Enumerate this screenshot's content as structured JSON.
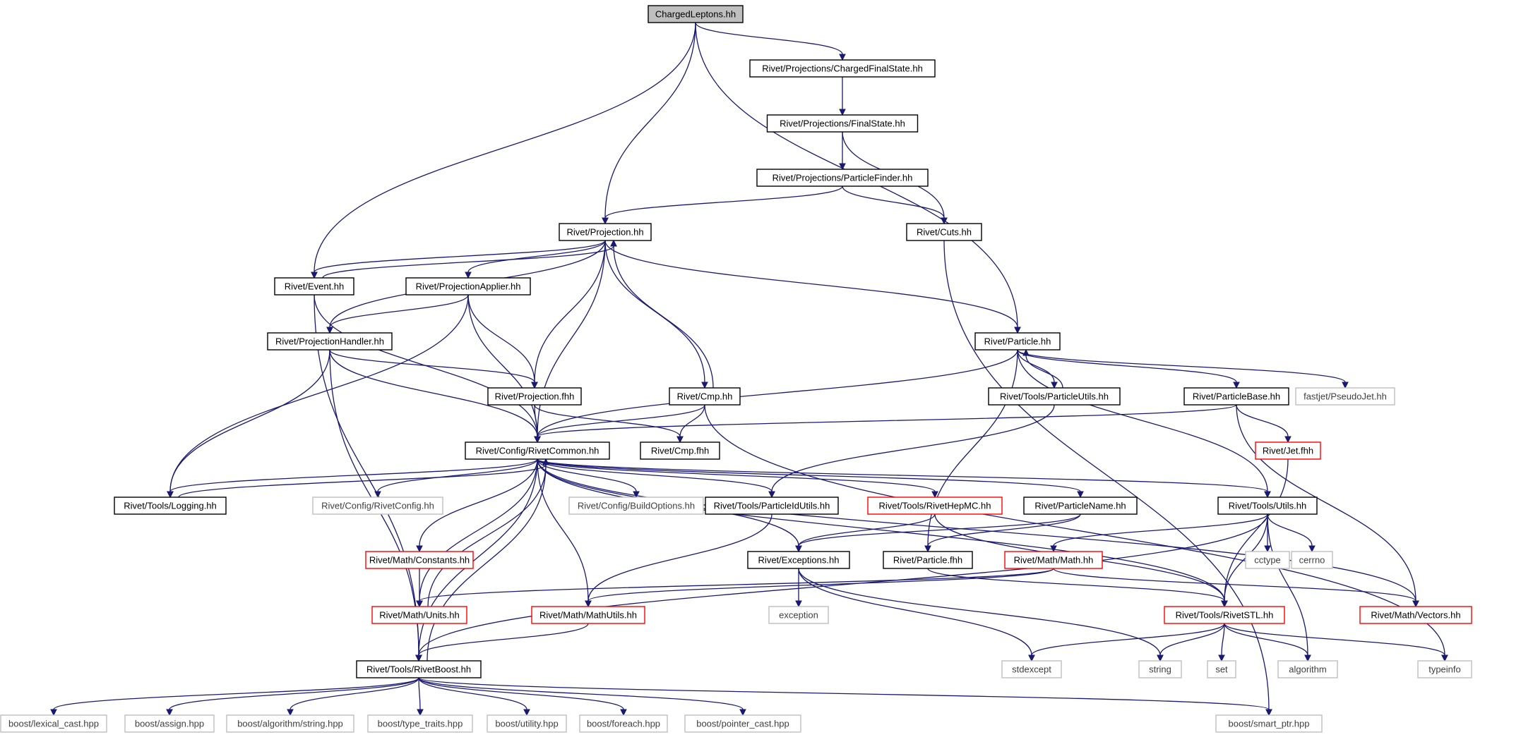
{
  "colors": {
    "edge": "#191970",
    "root_fill": "#bfbfbf",
    "documented_border": "#000000",
    "truncated_border": "#ff0000",
    "external_border": "#bfbfbf"
  },
  "nodes": [
    {
      "id": "root",
      "label": "ChargedLeptons.hh",
      "kind": "root"
    },
    {
      "id": "chfs",
      "label": "Rivet/Projections/ChargedFinalState.hh",
      "kind": "doc"
    },
    {
      "id": "fs",
      "label": "Rivet/Projections/FinalState.hh",
      "kind": "doc"
    },
    {
      "id": "pfind",
      "label": "Rivet/Projections/ParticleFinder.hh",
      "kind": "doc"
    },
    {
      "id": "proj",
      "label": "Rivet/Projection.hh",
      "kind": "doc"
    },
    {
      "id": "cuts",
      "label": "Rivet/Cuts.hh",
      "kind": "doc"
    },
    {
      "id": "event",
      "label": "Rivet/Event.hh",
      "kind": "doc"
    },
    {
      "id": "papp",
      "label": "Rivet/ProjectionApplier.hh",
      "kind": "doc"
    },
    {
      "id": "phand",
      "label": "Rivet/ProjectionHandler.hh",
      "kind": "doc"
    },
    {
      "id": "particle",
      "label": "Rivet/Particle.hh",
      "kind": "doc"
    },
    {
      "id": "projfhh",
      "label": "Rivet/Projection.fhh",
      "kind": "doc"
    },
    {
      "id": "cmp",
      "label": "Rivet/Cmp.hh",
      "kind": "doc"
    },
    {
      "id": "putils",
      "label": "Rivet/Tools/ParticleUtils.hh",
      "kind": "doc"
    },
    {
      "id": "pbase",
      "label": "Rivet/ParticleBase.hh",
      "kind": "doc"
    },
    {
      "id": "pseudojet",
      "label": "fastjet/PseudoJet.hh",
      "kind": "ext"
    },
    {
      "id": "common",
      "label": "Rivet/Config/RivetCommon.hh",
      "kind": "doc"
    },
    {
      "id": "cmpfhh",
      "label": "Rivet/Cmp.fhh",
      "kind": "doc"
    },
    {
      "id": "jetfhh",
      "label": "Rivet/Jet.fhh",
      "kind": "red"
    },
    {
      "id": "logging",
      "label": "Rivet/Tools/Logging.hh",
      "kind": "doc"
    },
    {
      "id": "rconfig",
      "label": "Rivet/Config/RivetConfig.hh",
      "kind": "ext"
    },
    {
      "id": "buildopt",
      "label": "Rivet/Config/BuildOptions.hh",
      "kind": "ext"
    },
    {
      "id": "pidutils",
      "label": "Rivet/Tools/ParticleIdUtils.hh",
      "kind": "doc"
    },
    {
      "id": "hepmc",
      "label": "Rivet/Tools/RivetHepMC.hh",
      "kind": "red"
    },
    {
      "id": "pname",
      "label": "Rivet/ParticleName.hh",
      "kind": "doc"
    },
    {
      "id": "tutils",
      "label": "Rivet/Tools/Utils.hh",
      "kind": "doc"
    },
    {
      "id": "constants",
      "label": "Rivet/Math/Constants.hh",
      "kind": "red"
    },
    {
      "id": "exceptions",
      "label": "Rivet/Exceptions.hh",
      "kind": "doc"
    },
    {
      "id": "pfhh",
      "label": "Rivet/Particle.fhh",
      "kind": "doc"
    },
    {
      "id": "mathhh",
      "label": "Rivet/Math/Math.hh",
      "kind": "red"
    },
    {
      "id": "cctype",
      "label": "cctype",
      "kind": "ext"
    },
    {
      "id": "cerrno",
      "label": "cerrno",
      "kind": "ext"
    },
    {
      "id": "units",
      "label": "Rivet/Math/Units.hh",
      "kind": "red"
    },
    {
      "id": "mathutils",
      "label": "Rivet/Math/MathUtils.hh",
      "kind": "red"
    },
    {
      "id": "exception",
      "label": "exception",
      "kind": "ext"
    },
    {
      "id": "stl",
      "label": "Rivet/Tools/RivetSTL.hh",
      "kind": "red"
    },
    {
      "id": "vectors",
      "label": "Rivet/Math/Vectors.hh",
      "kind": "red"
    },
    {
      "id": "rboost",
      "label": "Rivet/Tools/RivetBoost.hh",
      "kind": "doc"
    },
    {
      "id": "stdexcept",
      "label": "stdexcept",
      "kind": "ext"
    },
    {
      "id": "string",
      "label": "string",
      "kind": "ext"
    },
    {
      "id": "set",
      "label": "set",
      "kind": "ext"
    },
    {
      "id": "algorithm",
      "label": "algorithm",
      "kind": "ext"
    },
    {
      "id": "typeinfo",
      "label": "typeinfo",
      "kind": "ext"
    },
    {
      "id": "lexcast",
      "label": "boost/lexical_cast.hpp",
      "kind": "ext"
    },
    {
      "id": "bassign",
      "label": "boost/assign.hpp",
      "kind": "ext"
    },
    {
      "id": "balgstr",
      "label": "boost/algorithm/string.hpp",
      "kind": "ext"
    },
    {
      "id": "btypetr",
      "label": "boost/type_traits.hpp",
      "kind": "ext"
    },
    {
      "id": "butil",
      "label": "boost/utility.hpp",
      "kind": "ext"
    },
    {
      "id": "bforeach",
      "label": "boost/foreach.hpp",
      "kind": "ext"
    },
    {
      "id": "bpcast",
      "label": "boost/pointer_cast.hpp",
      "kind": "ext"
    },
    {
      "id": "bsmart",
      "label": "boost/smart_ptr.hpp",
      "kind": "ext"
    }
  ],
  "edges": [
    [
      "root",
      "chfs"
    ],
    [
      "root",
      "proj"
    ],
    [
      "root",
      "event"
    ],
    [
      "root",
      "particle"
    ],
    [
      "chfs",
      "fs"
    ],
    [
      "fs",
      "pfind"
    ],
    [
      "fs",
      "cuts"
    ],
    [
      "pfind",
      "proj"
    ],
    [
      "pfind",
      "cuts"
    ],
    [
      "cuts",
      "bsmart"
    ],
    [
      "proj",
      "event"
    ],
    [
      "proj",
      "papp"
    ],
    [
      "proj",
      "phand"
    ],
    [
      "proj",
      "particle"
    ],
    [
      "proj",
      "projfhh"
    ],
    [
      "proj",
      "cmp"
    ],
    [
      "proj",
      "common"
    ],
    [
      "event",
      "proj"
    ],
    [
      "event",
      "common"
    ],
    [
      "event",
      "rboost"
    ],
    [
      "papp",
      "phand"
    ],
    [
      "papp",
      "projfhh"
    ],
    [
      "papp",
      "common"
    ],
    [
      "papp",
      "logging"
    ],
    [
      "phand",
      "projfhh"
    ],
    [
      "phand",
      "common"
    ],
    [
      "phand",
      "logging"
    ],
    [
      "phand",
      "rboost"
    ],
    [
      "particle",
      "common"
    ],
    [
      "particle",
      "putils"
    ],
    [
      "particle",
      "pbase"
    ],
    [
      "particle",
      "pseudojet"
    ],
    [
      "particle",
      "tutils"
    ],
    [
      "particle",
      "pfhh"
    ],
    [
      "projfhh",
      "common"
    ],
    [
      "projfhh",
      "cmpfhh"
    ],
    [
      "cmp",
      "proj"
    ],
    [
      "cmp",
      "common"
    ],
    [
      "cmp",
      "cmpfhh"
    ],
    [
      "cmp",
      "typeinfo"
    ],
    [
      "putils",
      "particle"
    ],
    [
      "putils",
      "pidutils"
    ],
    [
      "pbase",
      "common"
    ],
    [
      "pbase",
      "jetfhh"
    ],
    [
      "pbase",
      "vectors"
    ],
    [
      "jetfhh",
      "stl"
    ],
    [
      "common",
      "logging"
    ],
    [
      "common",
      "rconfig"
    ],
    [
      "common",
      "buildopt"
    ],
    [
      "common",
      "pidutils"
    ],
    [
      "common",
      "hepmc"
    ],
    [
      "common",
      "pname"
    ],
    [
      "common",
      "tutils"
    ],
    [
      "common",
      "constants"
    ],
    [
      "common",
      "exceptions"
    ],
    [
      "common",
      "units"
    ],
    [
      "common",
      "mathutils"
    ],
    [
      "common",
      "stl"
    ],
    [
      "common",
      "vectors"
    ],
    [
      "common",
      "rboost"
    ],
    [
      "logging",
      "common"
    ],
    [
      "pidutils",
      "mathutils"
    ],
    [
      "hepmc",
      "exceptions"
    ],
    [
      "hepmc",
      "stl"
    ],
    [
      "pname",
      "exceptions"
    ],
    [
      "pname",
      "pfhh"
    ],
    [
      "tutils",
      "mathhh"
    ],
    [
      "tutils",
      "cctype"
    ],
    [
      "tutils",
      "cerrno"
    ],
    [
      "tutils",
      "stl"
    ],
    [
      "tutils",
      "algorithm"
    ],
    [
      "tutils",
      "rboost"
    ],
    [
      "constants",
      "units"
    ],
    [
      "exceptions",
      "exception"
    ],
    [
      "exceptions",
      "stdexcept"
    ],
    [
      "exceptions",
      "string"
    ],
    [
      "pfhh",
      "stl"
    ],
    [
      "mathhh",
      "units"
    ],
    [
      "mathhh",
      "mathutils"
    ],
    [
      "mathhh",
      "vectors"
    ],
    [
      "units",
      "common"
    ],
    [
      "mathutils",
      "rboost"
    ],
    [
      "stl",
      "stdexcept"
    ],
    [
      "stl",
      "string"
    ],
    [
      "stl",
      "set"
    ],
    [
      "stl",
      "algorithm"
    ],
    [
      "stl",
      "typeinfo"
    ],
    [
      "rboost",
      "common"
    ],
    [
      "rboost",
      "lexcast"
    ],
    [
      "rboost",
      "bassign"
    ],
    [
      "rboost",
      "balgstr"
    ],
    [
      "rboost",
      "btypetr"
    ],
    [
      "rboost",
      "butil"
    ],
    [
      "rboost",
      "bforeach"
    ],
    [
      "rboost",
      "bpcast"
    ],
    [
      "rboost",
      "bsmart"
    ]
  ]
}
